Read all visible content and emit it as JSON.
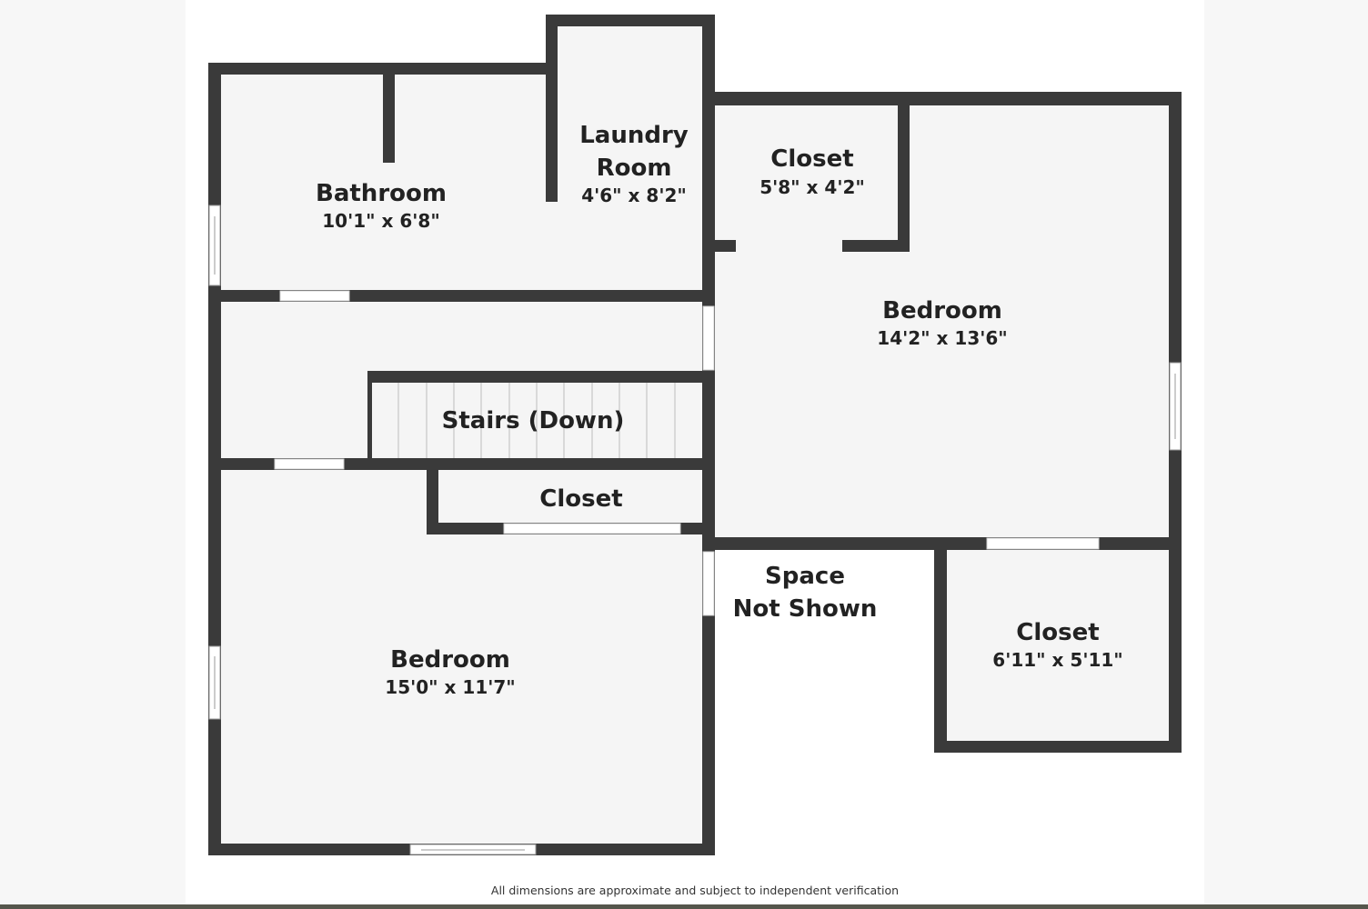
{
  "colors": {
    "wall": "#3a3a3a",
    "floor": "#f5f5f5",
    "opening": "#ffffff",
    "text": "#222222"
  },
  "rooms": {
    "bathroom": {
      "name": "Bathroom",
      "dims": "10'1\" x 6'8\""
    },
    "laundry": {
      "name_line1": "Laundry",
      "name_line2": "Room",
      "dims": "4'6\" x 8'2\""
    },
    "closet_top": {
      "name": "Closet",
      "dims": "5'8\" x 4'2\""
    },
    "bedroom_right": {
      "name": "Bedroom",
      "dims": "14'2\" x 13'6\""
    },
    "stairs": {
      "name": "Stairs (Down)"
    },
    "closet_mid": {
      "name": "Closet"
    },
    "space_not_shown": {
      "line1": "Space",
      "line2": "Not Shown"
    },
    "bedroom_left": {
      "name": "Bedroom",
      "dims": "15'0\" x 11'7\""
    },
    "closet_right": {
      "name": "Closet",
      "dims": "6'11\" x 5'11\""
    }
  },
  "footer": {
    "disclaimer": "All dimensions are approximate and subject to independent verification"
  }
}
